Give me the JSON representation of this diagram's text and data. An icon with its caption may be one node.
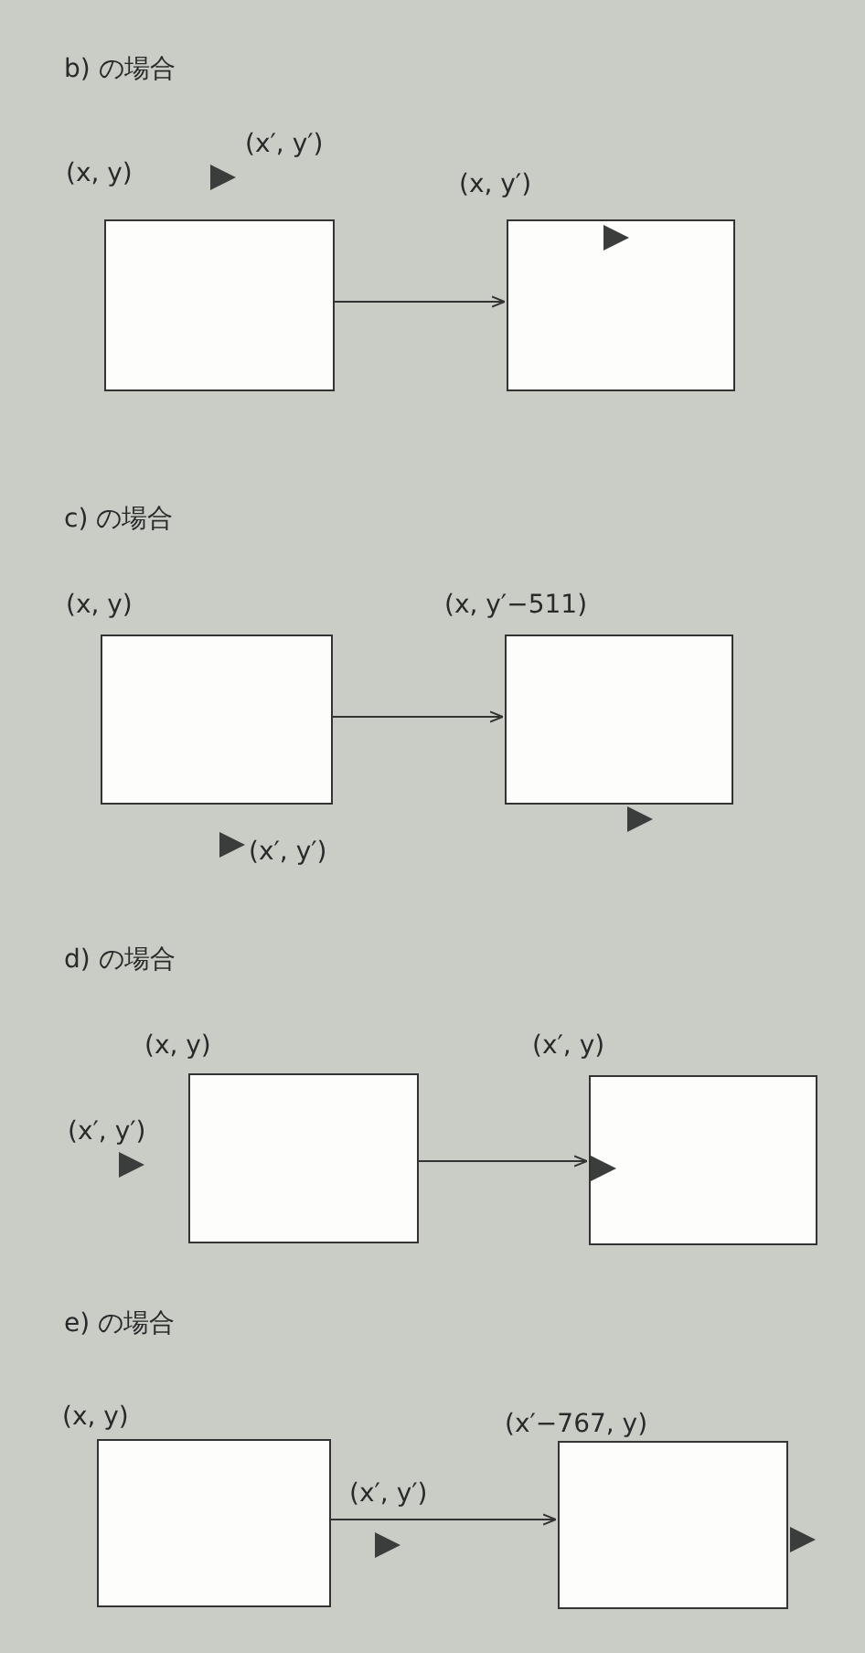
{
  "diagram": {
    "nodes": [
      {
        "text": [
          "(x, y)"
        ],
        "beside": [
          "(x′, y′)"
        ]
      },
      {
        "text": [
          "(x, y′)"
        ]
      },
      {
        "text": [
          "(x, y)"
        ],
        "beside": [
          "(x′, y′)"
        ]
      },
      {
        "text": [
          "(x, y′−511)"
        ]
      },
      {
        "text": [
          "(x, y)"
        ],
        "beside": [
          "(x′, y′)"
        ]
      },
      {
        "text": [
          "(x′, y)"
        ]
      },
      {
        "text": [
          "(x, y)"
        ],
        "beside": [
          "(x′, y′)"
        ]
      },
      {
        "text": [
          "(x′−767, y)"
        ]
      }
    ],
    "edges": [
      {
        "from": 0,
        "to": 1,
        "arrow": "to"
      },
      {
        "from": 2,
        "to": 3,
        "arrow": "to"
      },
      {
        "from": 4,
        "to": 5,
        "arrow": "to"
      },
      {
        "from": 6,
        "to": 7,
        "arrow": "to"
      }
    ],
    "labels": [
      "b) の場合",
      "c) の場合",
      "d) の場合",
      "e) の場合"
    ]
  }
}
